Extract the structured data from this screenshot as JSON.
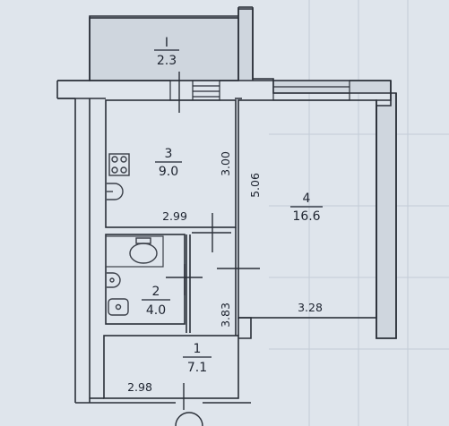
{
  "plan": {
    "rooms": [
      {
        "id": "balcony",
        "number": "I",
        "area": "2.3"
      },
      {
        "id": "kitchen",
        "number": "3",
        "area": "9.0"
      },
      {
        "id": "living-room",
        "number": "4",
        "area": "16.6"
      },
      {
        "id": "bathroom",
        "number": "2",
        "area": "4.0"
      },
      {
        "id": "hallway",
        "number": "1",
        "area": "7.1"
      }
    ],
    "dimensions": {
      "kitchen_depth": "3.00",
      "kitchen_width": "2.99",
      "living_depth": "5.06",
      "living_width": "3.28",
      "bath_hall_depth": "3.83",
      "hall_width": "2.98"
    }
  },
  "colors": {
    "paper": "#dfe5ec",
    "wall": "#2a2f38",
    "wall_fill": "#cfd6de",
    "fixture": "#3a3f48"
  },
  "icons": {
    "stove": "stove-icon",
    "sink": "sink-icon",
    "bathtub": "bathtub-icon",
    "toilet": "toilet-icon",
    "washbasin": "washbasin-icon"
  }
}
